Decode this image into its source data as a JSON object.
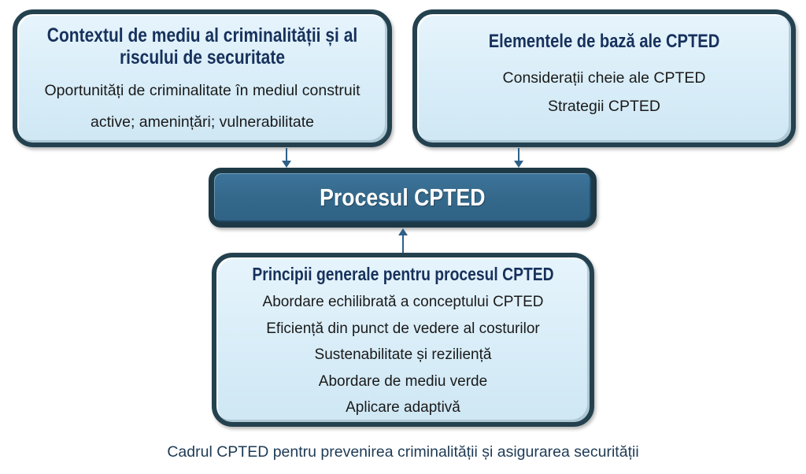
{
  "caption": "Cadrul CPTED pentru prevenirea criminalității și asigurarea securității",
  "boxes": {
    "context": {
      "title": "Contextul de mediu al criminalității și al riscului de securitate",
      "lines": [
        "Oportunități de criminalitate în mediul construit",
        "active; amenințări; vulnerabilitate"
      ]
    },
    "elements": {
      "title": "Elementele de bază ale CPTED",
      "lines": [
        "Considerații cheie ale CPTED",
        "Strategii CPTED"
      ]
    },
    "process": {
      "title": "Procesul CPTED"
    },
    "principles": {
      "title": "Principii generale pentru procesul CPTED",
      "lines": [
        "Abordare echilibrată a conceptului CPTED",
        "Eficiență din punct de vedere al costurilor",
        "Sustenabilitate și reziliență",
        "Abordare de mediu verde",
        "Aplicare adaptivă"
      ]
    }
  },
  "arrows": [
    {
      "from": "context",
      "to": "process",
      "direction": "down"
    },
    {
      "from": "elements",
      "to": "process",
      "direction": "down"
    },
    {
      "from": "principles",
      "to": "process",
      "direction": "up"
    }
  ],
  "colors": {
    "box_fill": "#d8edf8",
    "box_border": "#24414f",
    "process_fill": "#356a8d",
    "process_border": "#1d3946",
    "heading_color": "#17315c",
    "body_color": "#1a1a1a",
    "arrow_color": "#2d6088",
    "caption_color": "#1d3a55"
  }
}
